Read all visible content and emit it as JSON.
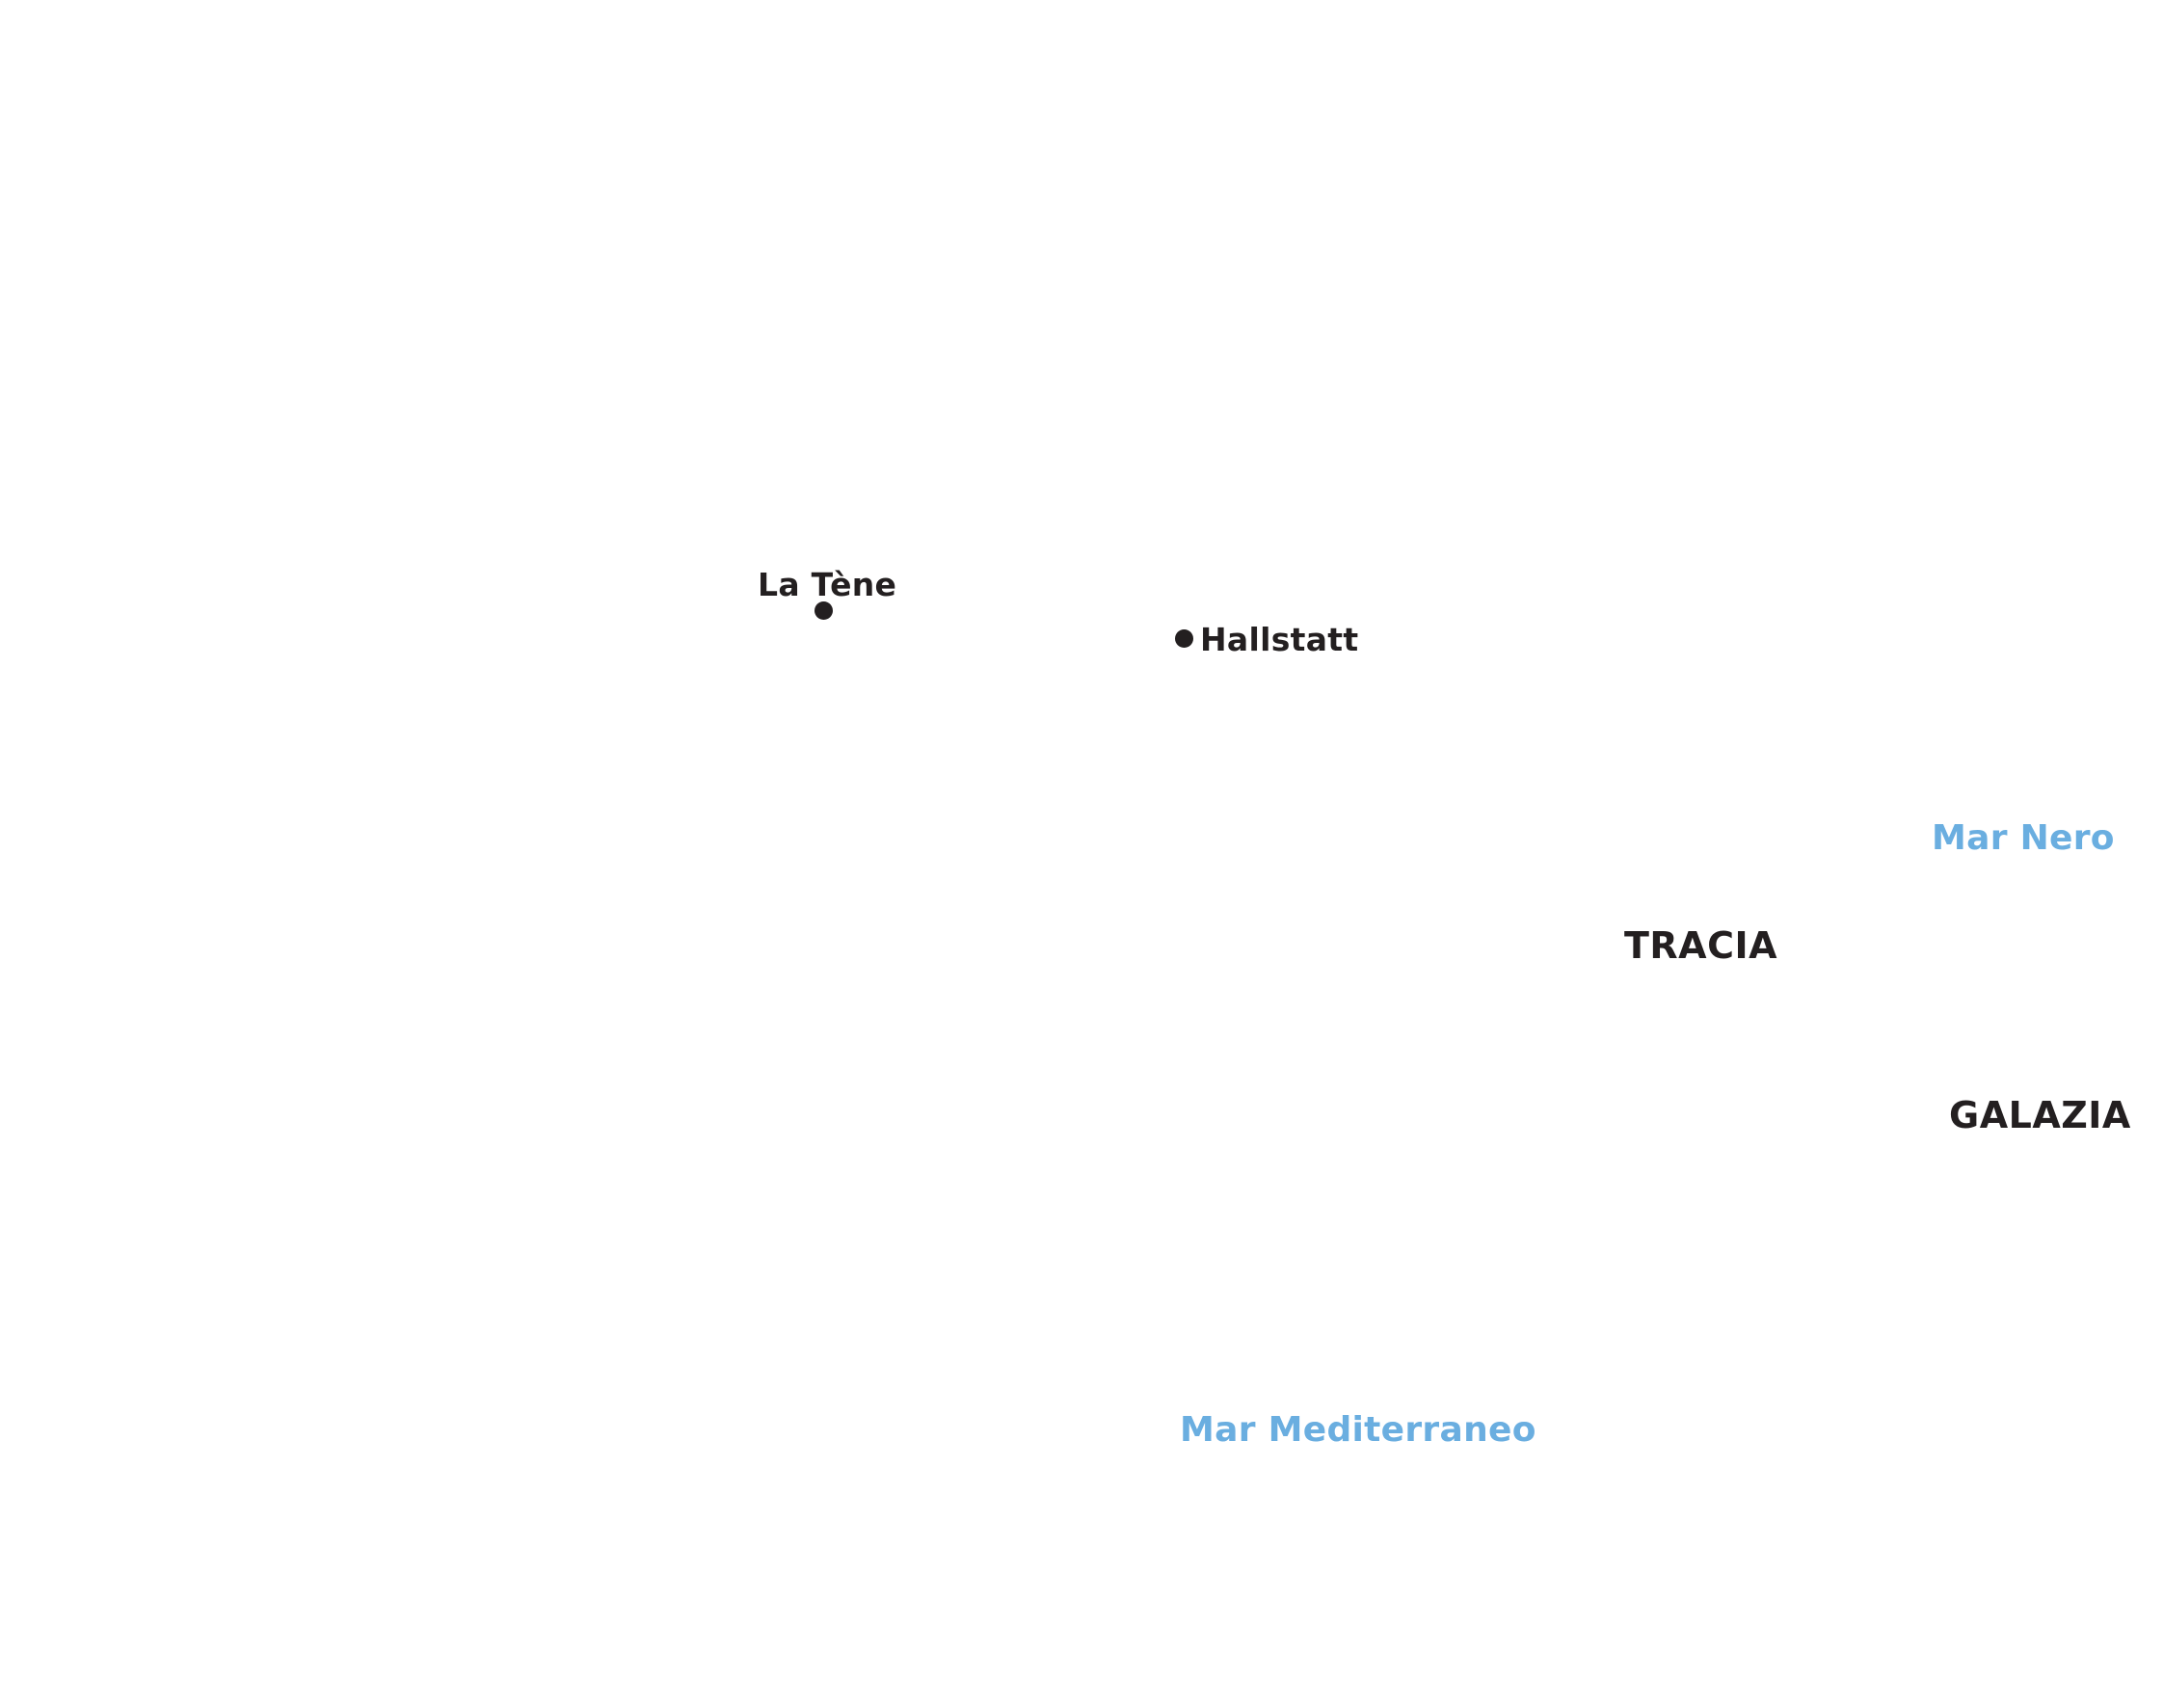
{
  "map": {
    "colors": {
      "land_text": "#231f20",
      "sea_text": "#6aaee0",
      "background": "#ffffff"
    },
    "sites": [
      {
        "label": "La Tène",
        "marker": "dot"
      },
      {
        "label": "Hallstatt",
        "marker": "dot"
      }
    ],
    "regions": [
      {
        "label": "TRACIA"
      },
      {
        "label": "GALAZIA"
      }
    ],
    "seas": [
      {
        "label": "Mar Nero"
      },
      {
        "label": "Mar Mediterraneo"
      }
    ]
  }
}
